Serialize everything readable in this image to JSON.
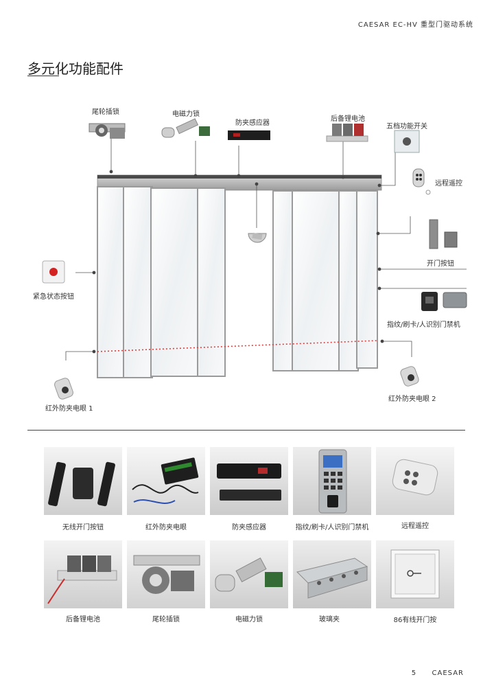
{
  "header": {
    "text": "CAESAR  EC-HV   重型门驱动系统"
  },
  "title": "多元化功能配件",
  "diagram_labels": {
    "tail_lock": "尾轮插锁",
    "em_lock": "电磁力锁",
    "anti_pinch_sensor": "防夹感应器",
    "backup_battery": "后备锂电池",
    "five_mode_switch": "五档功能开关",
    "remote": "远程遥控",
    "open_button": "开门按钮",
    "emergency_button": "紧急状态按钮",
    "access_control": "指纹/刷卡/人识别门禁机",
    "ir_eye_1": "红外防夹电眼 1",
    "ir_eye_2": "红外防夹电眼 2"
  },
  "gallery_row1": [
    "无线开门按钮",
    "红外防夹电眼",
    "防夹感应器",
    "指纹/刷卡/人识别门禁机",
    "远程遥控"
  ],
  "gallery_row2": [
    "后备锂电池",
    "尾轮插锁",
    "电磁力锁",
    "玻璃夹",
    "86有线开门按"
  ],
  "footer": {
    "page": "5",
    "brand": "CAESAR"
  }
}
